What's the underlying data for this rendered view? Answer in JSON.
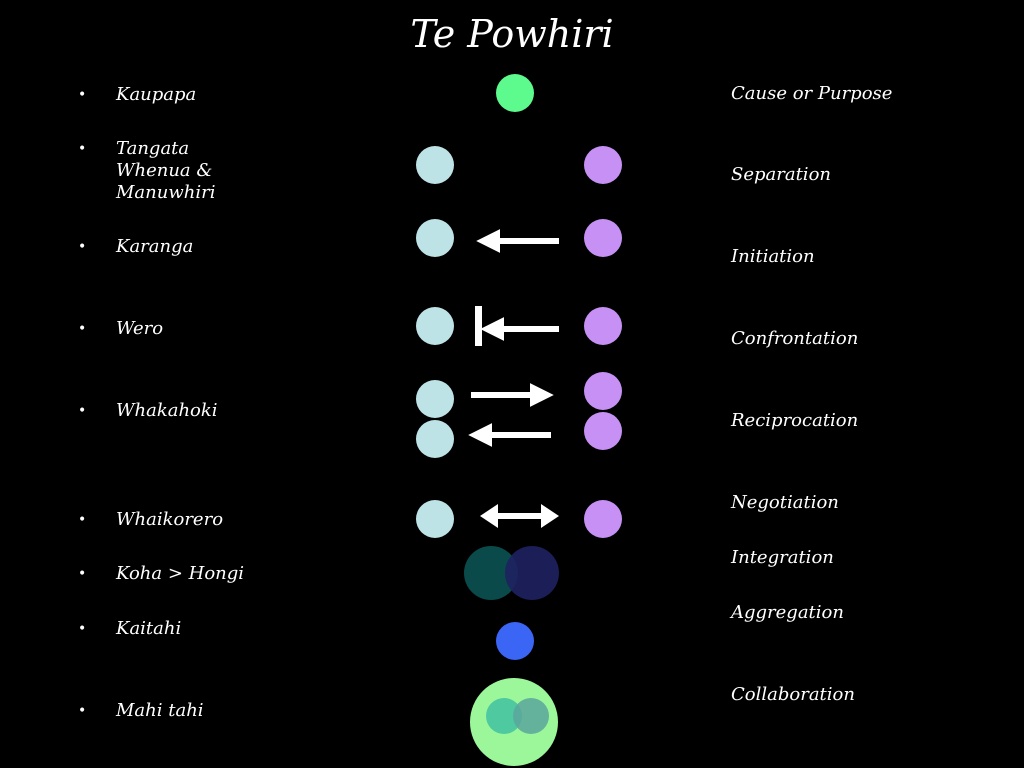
{
  "title": "Te Powhiri",
  "rows": [
    {
      "label": "Kaupapa",
      "concept": "Cause or Purpose"
    },
    {
      "label": "Tangata Whenua & Manuwhiri",
      "concept": "Separation"
    },
    {
      "label": "Karanga",
      "concept": "Initiation"
    },
    {
      "label": "Wero",
      "concept": "Confrontation"
    },
    {
      "label": "Whakahoki",
      "concept": "Reciprocation"
    },
    {
      "label": "Whaikorero",
      "concept": "Negotiation"
    },
    {
      "label": "Koha > Hongi",
      "concept": "Integration"
    },
    {
      "label": "Kaitahi",
      "concept": "Aggregation"
    },
    {
      "label": "Mahi tahi",
      "concept": "Collaboration"
    }
  ],
  "colors": {
    "background": "#000000",
    "purpose": "#5dfa8e",
    "host": "#bde3e6",
    "visitor": "#c690f5",
    "integration_host": "#0a4a4a",
    "integration_visitor": "#1e2160",
    "aggregation": "#3b66f5",
    "collaboration_outer": "#9bf79a",
    "collaboration_left": "#4ec9a0",
    "collaboration_right": "#5aa69c",
    "arrow": "#ffffff"
  }
}
